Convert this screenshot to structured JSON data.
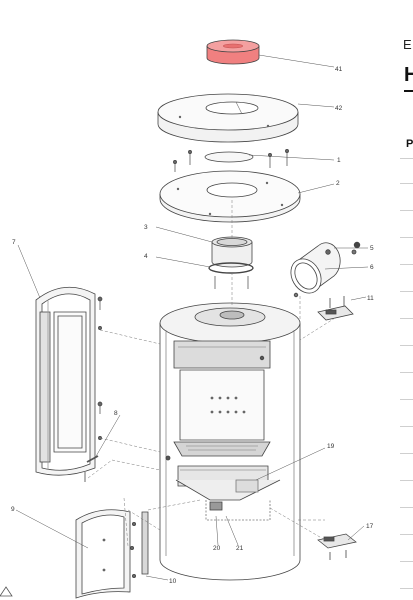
{
  "diagram": {
    "callouts": [
      {
        "id": "c41",
        "label": "41"
      },
      {
        "id": "c42",
        "label": "42"
      },
      {
        "id": "c1",
        "label": "1"
      },
      {
        "id": "c2",
        "label": "2"
      },
      {
        "id": "c3",
        "label": "3"
      },
      {
        "id": "c4",
        "label": "4"
      },
      {
        "id": "c5",
        "label": "5"
      },
      {
        "id": "c6",
        "label": "6"
      },
      {
        "id": "c7",
        "label": "7"
      },
      {
        "id": "c8",
        "label": "8"
      },
      {
        "id": "c9",
        "label": "9"
      },
      {
        "id": "c10",
        "label": "10"
      },
      {
        "id": "c11",
        "label": "11"
      },
      {
        "id": "c17",
        "label": "17"
      },
      {
        "id": "c19",
        "label": "19"
      },
      {
        "id": "c20",
        "label": "20"
      },
      {
        "id": "c21",
        "label": "21"
      }
    ],
    "highlight_color": "#f08080"
  },
  "edge_text": {
    "e": "E",
    "h": "H",
    "p": "P"
  }
}
